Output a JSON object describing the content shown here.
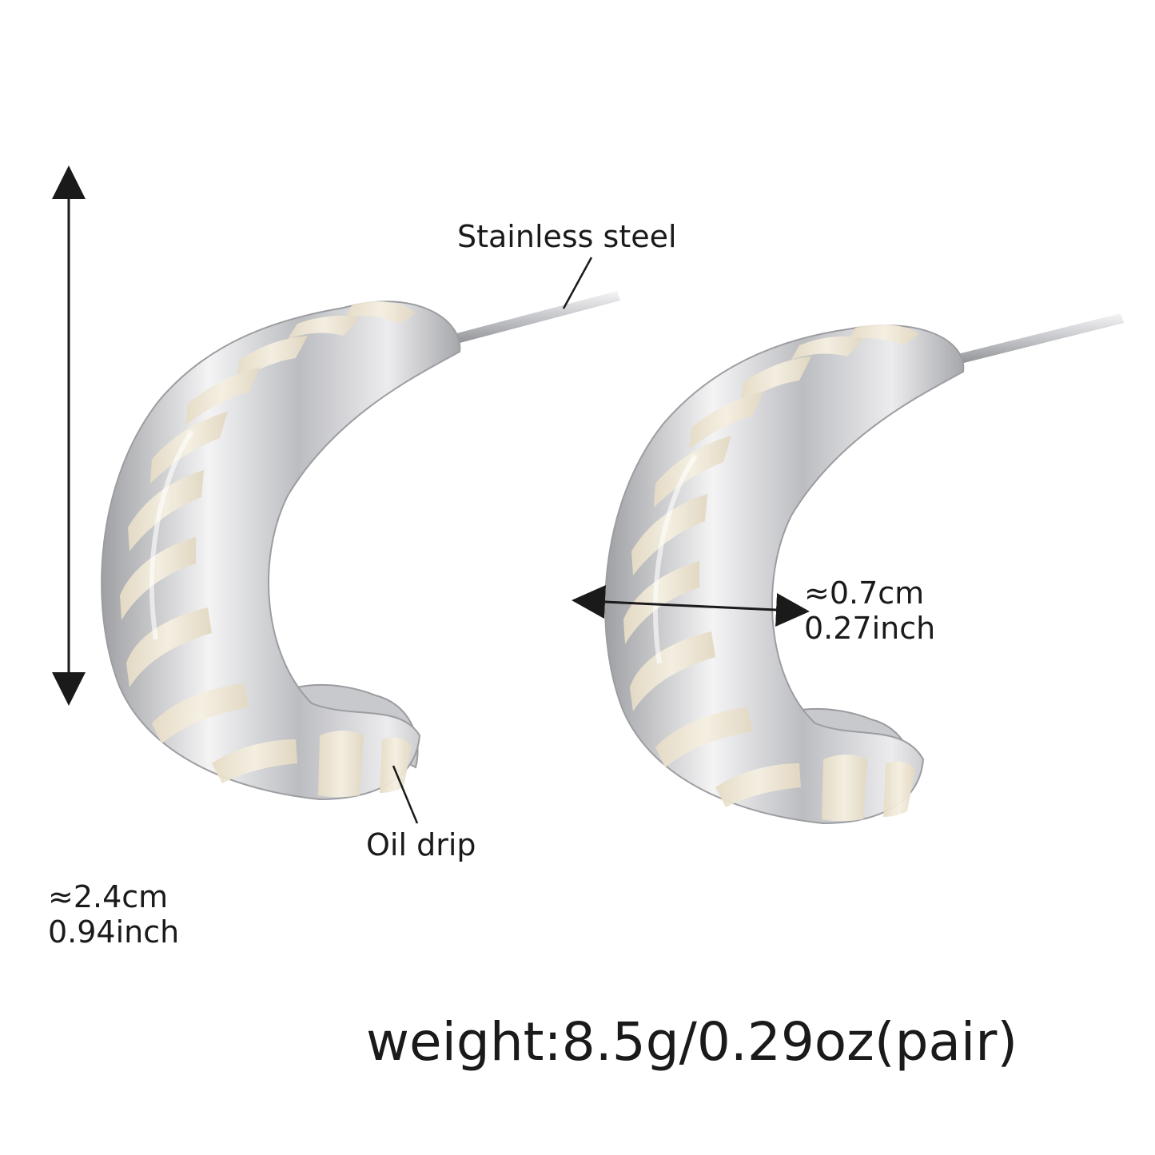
{
  "labels": {
    "material": "Stainless steel",
    "finish": "Oil drip",
    "height_cm": "≈2.4cm",
    "height_inch": "0.94inch",
    "width_cm": "≈0.7cm",
    "width_inch": "0.27inch",
    "weight": "weight:8.5g/0.29oz(pair)"
  },
  "colors": {
    "silver": "#d2d3d6",
    "enamel": "#f1ead9",
    "text": "#1a1a1a",
    "background": "#ffffff"
  },
  "icons": {
    "height_arrow": "double-arrow-vertical",
    "width_arrow": "double-arrow-horizontal"
  }
}
